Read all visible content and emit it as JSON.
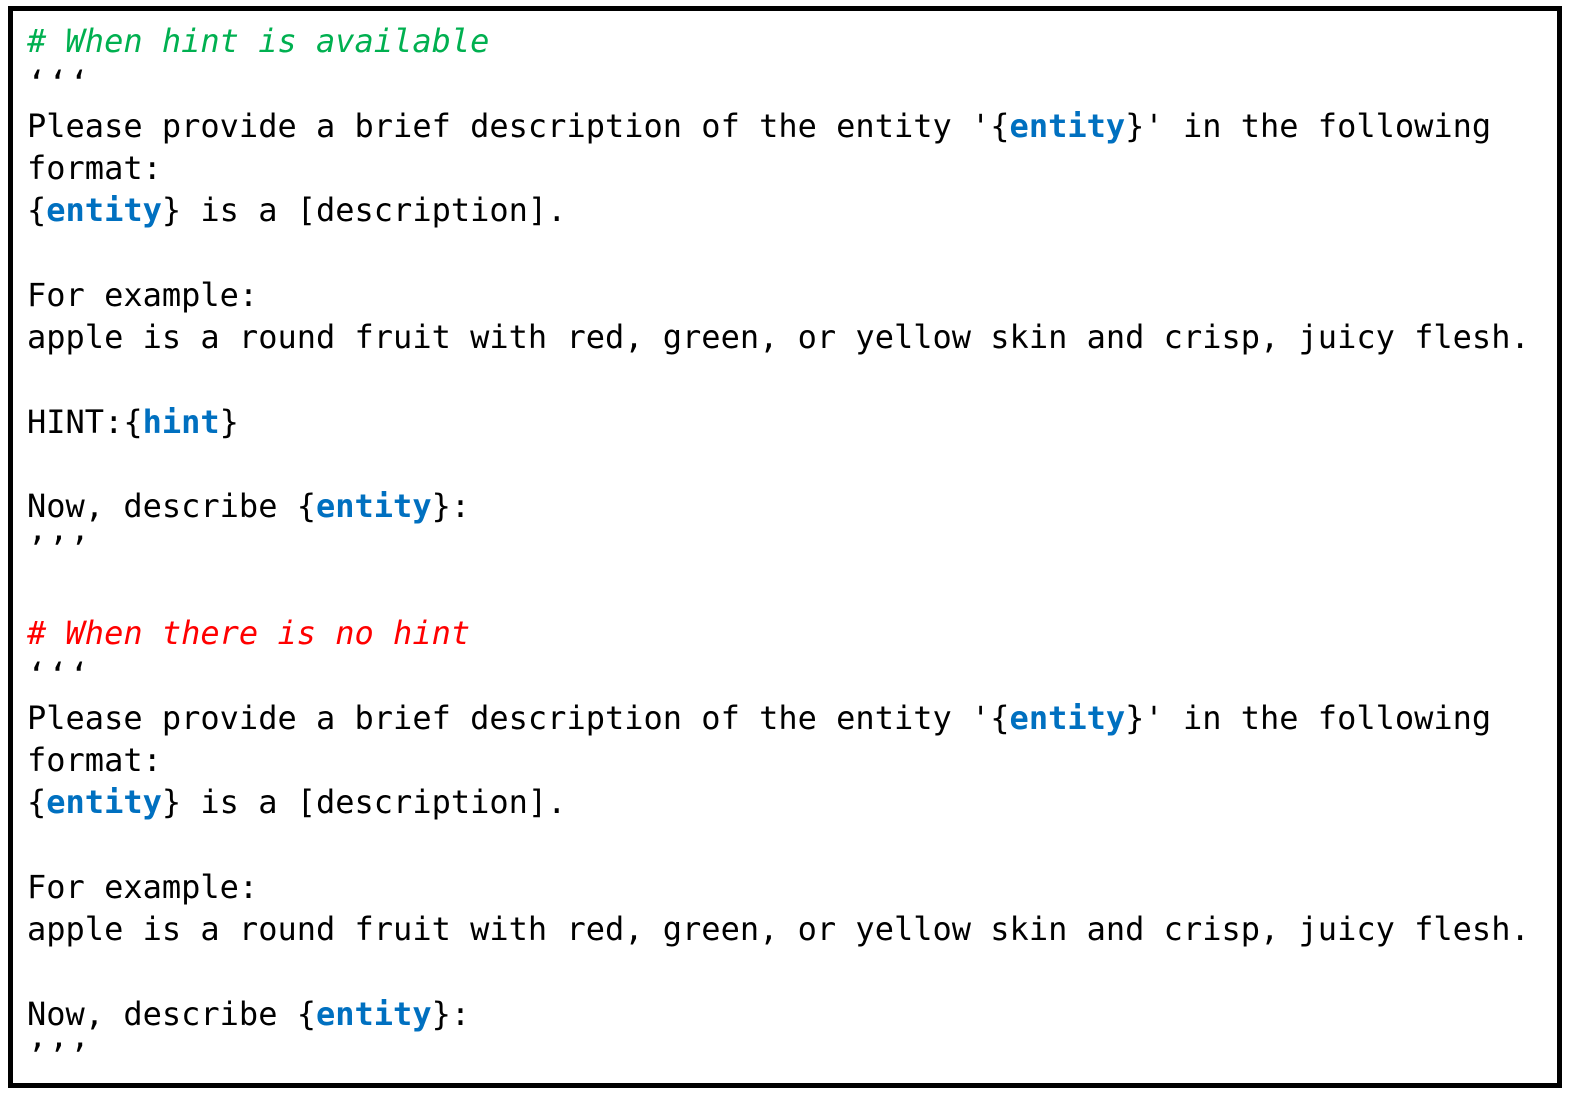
{
  "colors": {
    "comment_hint": "#00b050",
    "comment_nohint": "#ff0000",
    "placeholder": "#0070c0",
    "text": "#000000",
    "border": "#000000"
  },
  "sections": [
    {
      "id": "with-hint",
      "comment": "# When hint is available",
      "comment_color": "#00b050",
      "lines": [
        [
          {
            "t": "‘‘‘"
          }
        ],
        [
          {
            "t": "Please provide a brief description of the entity '{"
          },
          {
            "t": "entity",
            "ph": true
          },
          {
            "t": "}' in the following"
          }
        ],
        [
          {
            "t": "format:"
          }
        ],
        [
          {
            "t": "{"
          },
          {
            "t": "entity",
            "ph": true
          },
          {
            "t": "} is a [description]."
          }
        ],
        [
          {
            "t": ""
          }
        ],
        [
          {
            "t": "For example:"
          }
        ],
        [
          {
            "t": "apple is a round fruit with red, green, or yellow skin and crisp, juicy flesh."
          }
        ],
        [
          {
            "t": ""
          }
        ],
        [
          {
            "t": "HINT:{"
          },
          {
            "t": "hint",
            "ph": true
          },
          {
            "t": "}"
          }
        ],
        [
          {
            "t": ""
          }
        ],
        [
          {
            "t": "Now, describe {"
          },
          {
            "t": "entity",
            "ph": true
          },
          {
            "t": "}:"
          }
        ],
        [
          {
            "t": "’’’"
          }
        ],
        [
          {
            "t": ""
          }
        ]
      ]
    },
    {
      "id": "no-hint",
      "comment": "# When there is no hint",
      "comment_color": "#ff0000",
      "lines": [
        [
          {
            "t": "‘‘‘"
          }
        ],
        [
          {
            "t": "Please provide a brief description of the entity '{"
          },
          {
            "t": "entity",
            "ph": true
          },
          {
            "t": "}' in the following"
          }
        ],
        [
          {
            "t": "format:"
          }
        ],
        [
          {
            "t": "{"
          },
          {
            "t": "entity",
            "ph": true
          },
          {
            "t": "} is a [description]."
          }
        ],
        [
          {
            "t": ""
          }
        ],
        [
          {
            "t": "For example:"
          }
        ],
        [
          {
            "t": "apple is a round fruit with red, green, or yellow skin and crisp, juicy flesh."
          }
        ],
        [
          {
            "t": ""
          }
        ],
        [
          {
            "t": "Now, describe {"
          },
          {
            "t": "entity",
            "ph": true
          },
          {
            "t": "}:"
          }
        ],
        [
          {
            "t": "’’’"
          }
        ]
      ]
    }
  ]
}
